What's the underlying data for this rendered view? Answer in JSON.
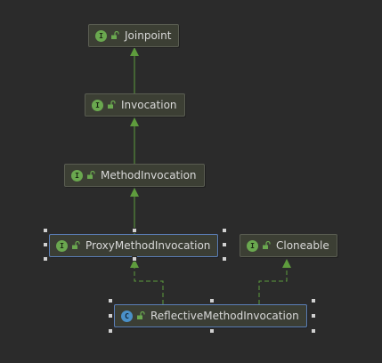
{
  "colors": {
    "background": "#2b2b2b",
    "node_fill": "#3c3f34",
    "node_border": "#5a5d52",
    "selected_border": "#5b7fb8",
    "interface_badge": "#6aa84f",
    "class_badge": "#4a90c8",
    "edge": "#5e9c3d",
    "text": "#d9d9d9"
  },
  "nodes": [
    {
      "id": "joinpoint",
      "kind": "interface",
      "badge": "I",
      "icon": "lock-open-icon",
      "label": "Joinpoint"
    },
    {
      "id": "invocation",
      "kind": "interface",
      "badge": "I",
      "icon": "lock-open-icon",
      "label": "Invocation"
    },
    {
      "id": "method_invocation",
      "kind": "interface",
      "badge": "I",
      "icon": "lock-open-icon",
      "label": "MethodInvocation"
    },
    {
      "id": "proxy_method_invocation",
      "kind": "interface",
      "badge": "I",
      "icon": "lock-open-icon",
      "label": "ProxyMethodInvocation",
      "selected": true
    },
    {
      "id": "cloneable",
      "kind": "interface",
      "badge": "I",
      "icon": "lock-open-icon",
      "label": "Cloneable"
    },
    {
      "id": "reflective_method_invocation",
      "kind": "class",
      "badge": "C",
      "icon": "lock-open-icon",
      "label": "ReflectiveMethodInvocation",
      "selected": true
    }
  ],
  "edges": [
    {
      "from": "invocation",
      "to": "joinpoint",
      "style": "extends"
    },
    {
      "from": "method_invocation",
      "to": "invocation",
      "style": "extends"
    },
    {
      "from": "proxy_method_invocation",
      "to": "method_invocation",
      "style": "extends"
    },
    {
      "from": "reflective_method_invocation",
      "to": "proxy_method_invocation",
      "style": "implements"
    },
    {
      "from": "reflective_method_invocation",
      "to": "cloneable",
      "style": "implements"
    }
  ]
}
